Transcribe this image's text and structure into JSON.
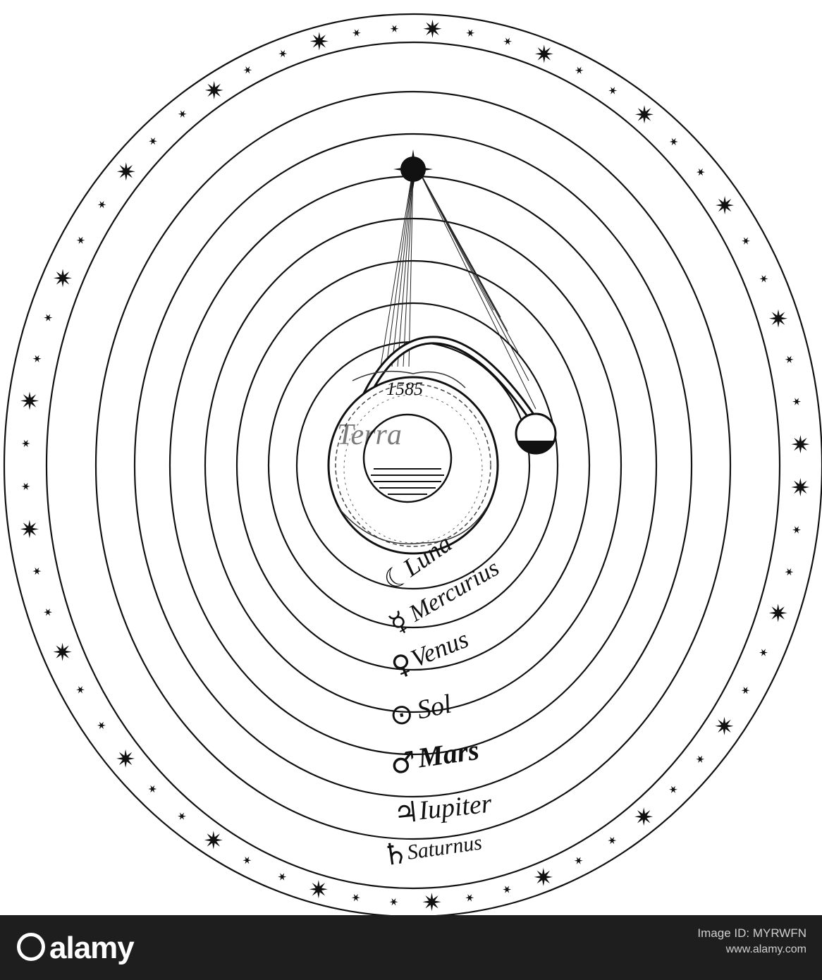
{
  "diagram": {
    "earth_label": "Terra",
    "comet_year": "1585",
    "spheres": [
      {
        "symbol": "☾",
        "name": "Luna"
      },
      {
        "symbol": "☿",
        "name": "Mercurius"
      },
      {
        "symbol": "♀",
        "name": "Venus"
      },
      {
        "symbol": "⊙",
        "name": "Sol"
      },
      {
        "symbol": "♂",
        "name": "Mars"
      },
      {
        "symbol": "♃",
        "name": "Iupiter"
      },
      {
        "symbol": "♄",
        "name": "Saturnus"
      }
    ],
    "ink_color": "#111111",
    "paper_color": "#ffffff"
  },
  "watermark": {
    "brand": "alamy",
    "image_id_label": "Image ID: MYRWFN",
    "url": "www.alamy.com",
    "bar_color": "#1e1e1e"
  }
}
